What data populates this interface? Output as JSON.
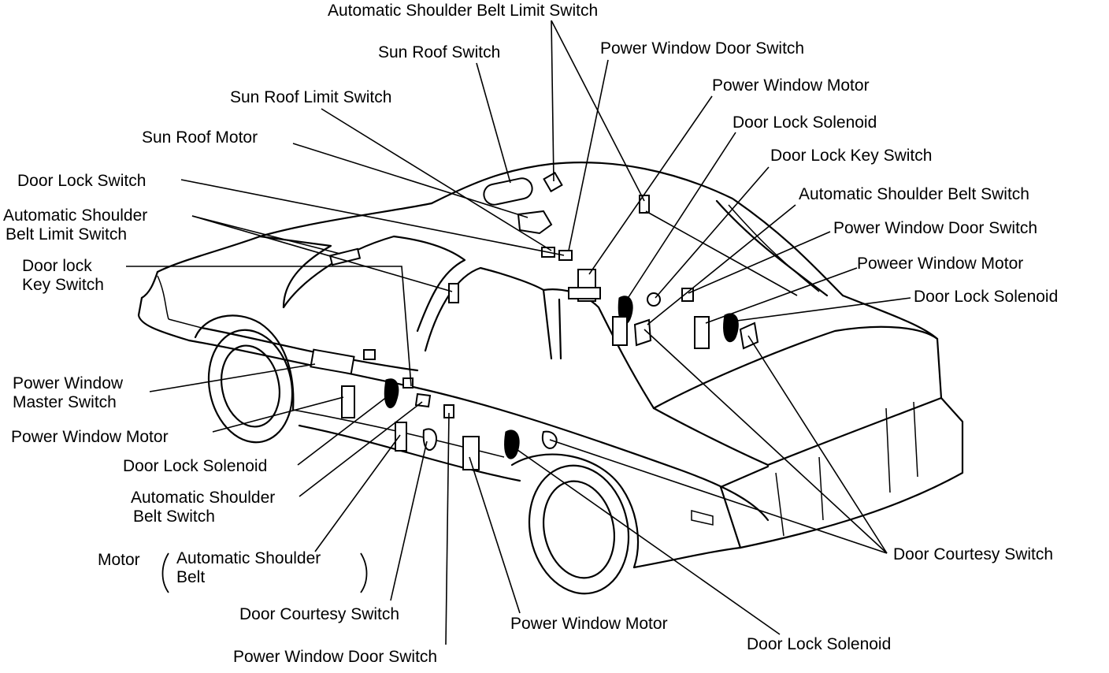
{
  "labels": {
    "auto_belt_limit_top": "Automatic Shoulder Belt Limit Switch",
    "sun_roof_switch": "Sun Roof Switch",
    "sun_roof_limit_switch": "Sun Roof Limit Switch",
    "sun_roof_motor": "Sun Roof Motor",
    "door_lock_switch": "Door Lock Switch",
    "auto_belt_limit_left_1": "Automatic Shoulder",
    "auto_belt_limit_left_2": "Belt Limit Switch",
    "door_lock_key_left_1": "Door lock",
    "door_lock_key_left_2": "Key Switch",
    "pw_master_1": "Power Window",
    "pw_master_2": "Master Switch",
    "pw_motor_left": "Power Window Motor",
    "door_lock_solenoid_left": "Door Lock Solenoid",
    "auto_belt_left_1": "Automatic Shoulder",
    "auto_belt_left_2": "Belt Switch",
    "motor": "Motor",
    "motor_auto_belt_1": "Automatic Shoulder",
    "motor_auto_belt_2": "Belt",
    "door_courtesy_bottom": "Door Courtesy Switch",
    "pw_door_switch_bottom": "Power Window Door Switch",
    "pw_motor_bottom": "Power Window Motor",
    "door_lock_solenoid_bottom": "Door Lock Solenoid",
    "door_courtesy_right": "Door Courtesy Switch",
    "pw_door_switch_top": "Power Window Door Switch",
    "pw_motor_top": "Power Window Motor",
    "door_lock_solenoid_top": "Door Lock Solenoid",
    "door_lock_key_switch_right": "Door Lock Key Switch",
    "auto_belt_right": "Automatic Shoulder Belt Switch",
    "pw_door_switch_right": "Power Window Door Switch",
    "pw_motor_right": "Poweer Window Motor",
    "door_lock_solenoid_right": "Door Lock Solenoid"
  }
}
